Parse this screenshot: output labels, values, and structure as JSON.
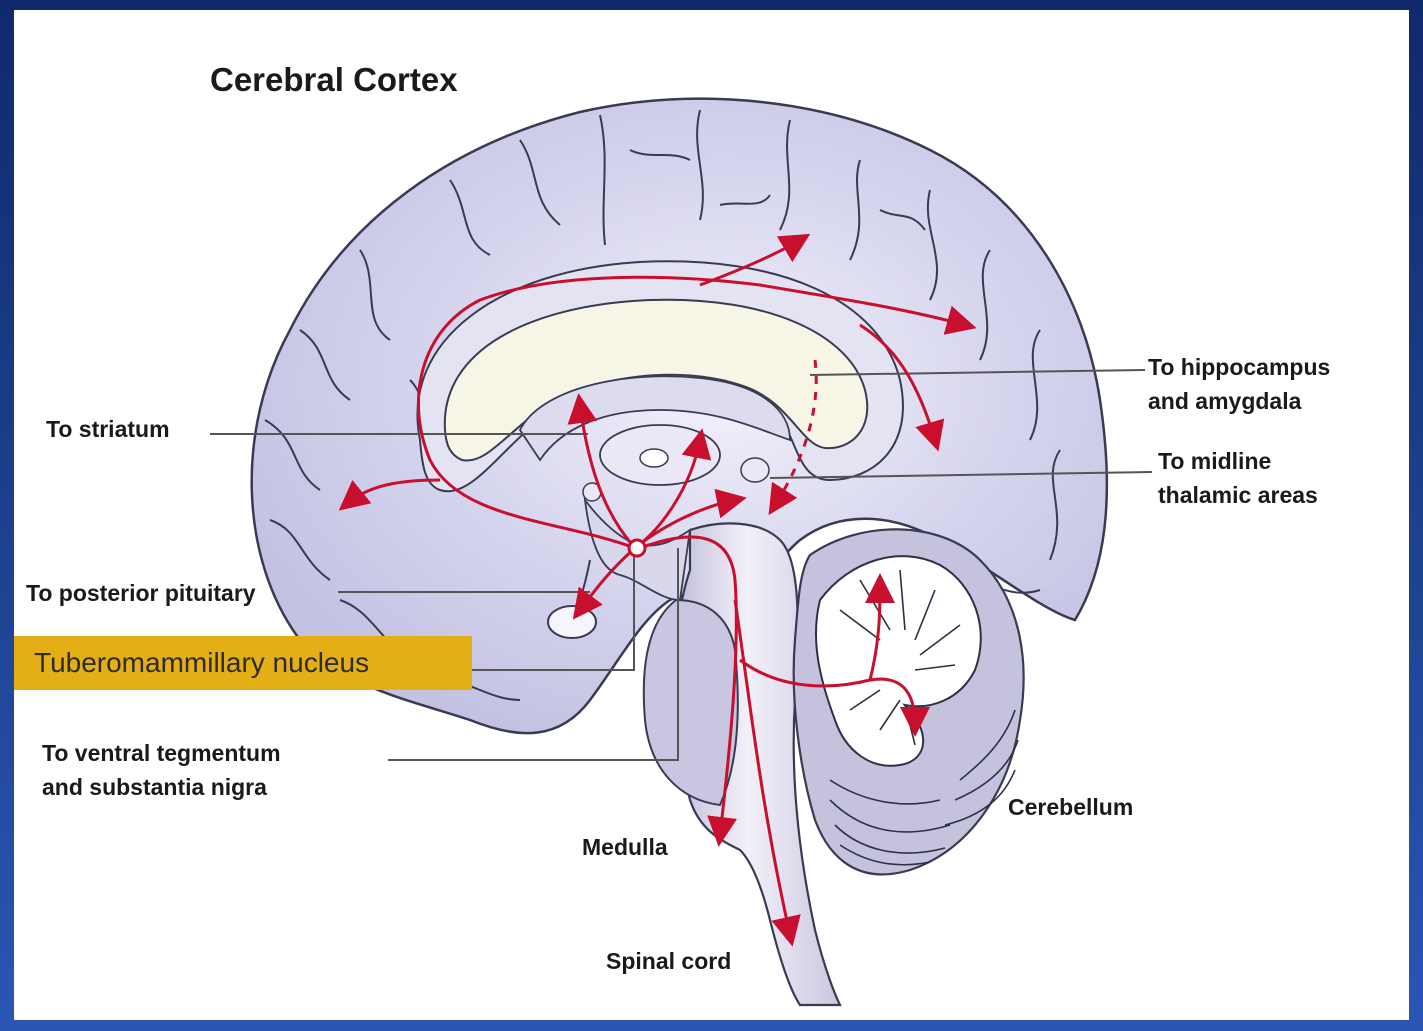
{
  "title": "Cerebral Cortex",
  "labels": {
    "striatum": "To striatum",
    "hippocampus": [
      "To hippocampus",
      "and amygdala"
    ],
    "midline": [
      "To midline",
      "thalamic areas"
    ],
    "pituitary": "To posterior pituitary",
    "tuberomammillary": "Tuberomammillary nucleus",
    "ventral": [
      "To ventral tegmentum",
      "and substantia nigra"
    ],
    "cerebellum": "Cerebellum",
    "medulla": "Medulla",
    "spinal": "Spinal cord"
  },
  "colors": {
    "projection": "#c8102e",
    "highlight": "#e3ae16",
    "cortex": "#c9c8e6",
    "outline": "#3a3a52"
  }
}
